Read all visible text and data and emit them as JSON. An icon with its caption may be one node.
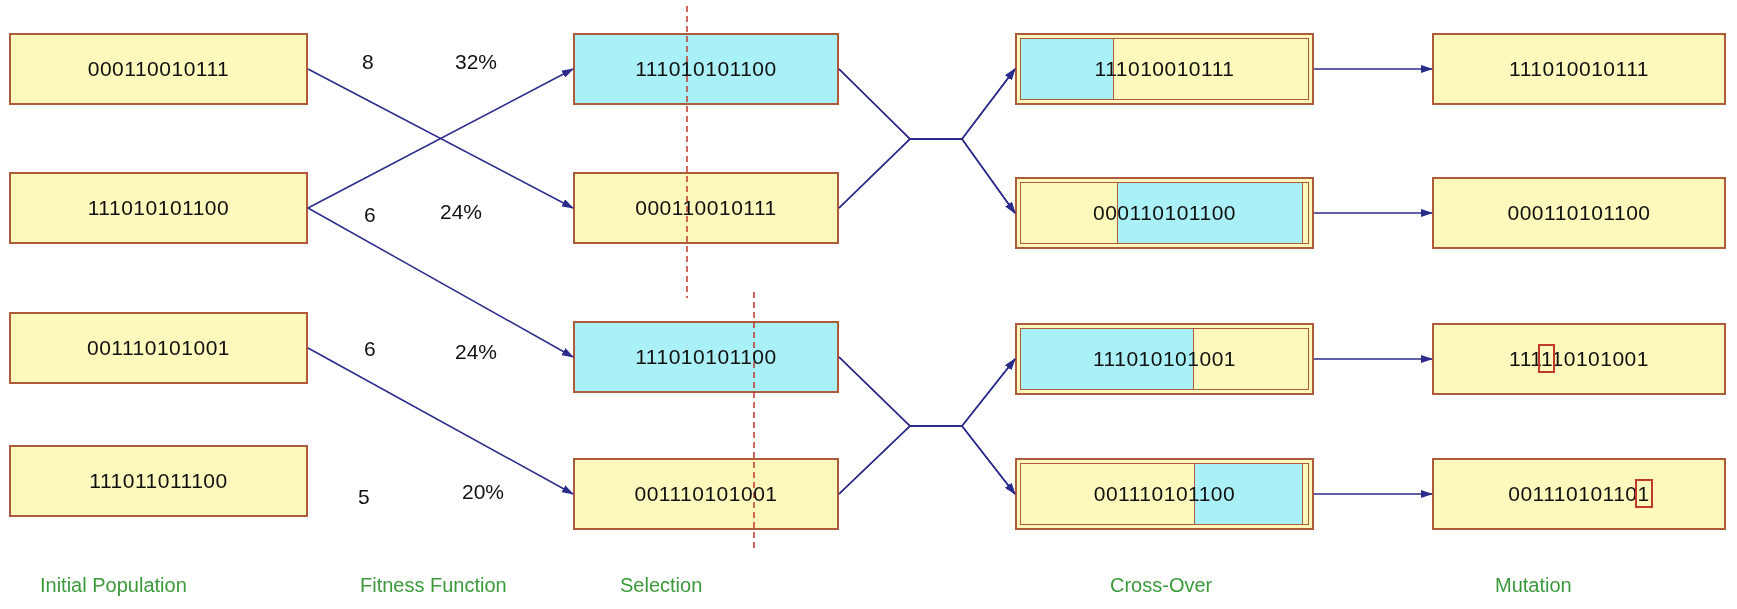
{
  "diagram": {
    "nodes": [
      {
        "text": [
          "000110010111"
        ]
      },
      {
        "text": [
          "111010101100"
        ]
      },
      {
        "text": [
          "001110101001"
        ]
      },
      {
        "text": [
          "111011011100"
        ]
      },
      {
        "text": [
          "111010101100"
        ]
      },
      {
        "text": [
          "000110010111"
        ]
      },
      {
        "text": [
          "111010101100"
        ]
      },
      {
        "text": [
          "001110101001"
        ]
      },
      {
        "text": [
          "111010010111"
        ]
      },
      {
        "text": [
          "000110101100"
        ]
      },
      {
        "text": [
          "111010101001"
        ]
      },
      {
        "text": [
          "001110101100"
        ]
      },
      {
        "text": [
          "111010010111"
        ]
      },
      {
        "text": [
          "000110101100"
        ]
      },
      {
        "text": [
          "111110101001"
        ]
      },
      {
        "text": [
          "001110101101"
        ]
      }
    ],
    "edges": [
      {
        "from": 0,
        "to": 5,
        "arrow": "to"
      },
      {
        "from": 1,
        "to": 4,
        "arrow": "to"
      },
      {
        "from": 1,
        "to": 6,
        "arrow": "to"
      },
      {
        "from": 2,
        "to": 7,
        "arrow": "to"
      },
      {
        "from": 4,
        "to": 8,
        "arrow": "to"
      },
      {
        "from": 4,
        "to": 9,
        "arrow": "to"
      },
      {
        "from": 5,
        "to": 8,
        "arrow": "to"
      },
      {
        "from": 5,
        "to": 9,
        "arrow": "to"
      },
      {
        "from": 6,
        "to": 10,
        "arrow": "to"
      },
      {
        "from": 6,
        "to": 11,
        "arrow": "to"
      },
      {
        "from": 7,
        "to": 10,
        "arrow": "to"
      },
      {
        "from": 7,
        "to": 11,
        "arrow": "to"
      },
      {
        "from": 8,
        "to": 12,
        "arrow": "to"
      },
      {
        "from": 9,
        "to": 13,
        "arrow": "to"
      },
      {
        "from": 10,
        "to": 14,
        "arrow": "to"
      },
      {
        "from": 11,
        "to": 15,
        "arrow": "to"
      }
    ],
    "labels": [
      "8",
      "32%",
      "6",
      "24%",
      "6",
      "24%",
      "5",
      "20%",
      "Initial Population",
      "Fitness Function",
      "Selection",
      "Cross-Over",
      "Mutation"
    ]
  }
}
